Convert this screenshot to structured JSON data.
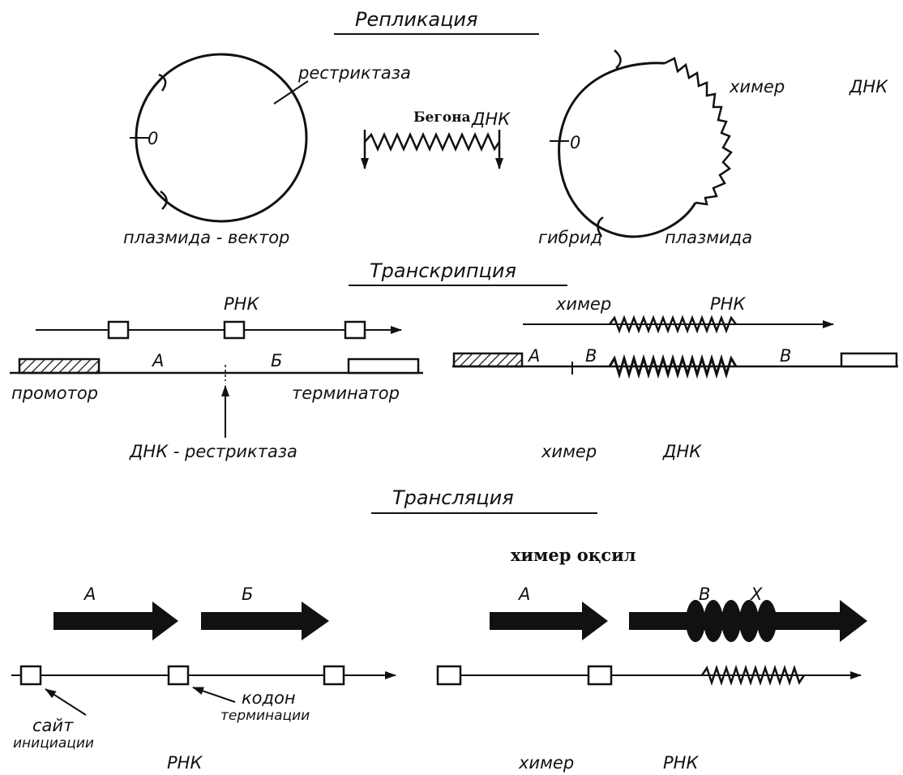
{
  "sections": {
    "replication": {
      "title": "Репликация",
      "labels": {
        "restriction": "рестриктаза",
        "origin_left": "0",
        "plasmid_vector": "плазмида - вектор",
        "foreign": "Бегона",
        "dna": "ДНК",
        "chimera": "химер",
        "dna_right": "ДНК",
        "origin_right": "0",
        "hybrid": "гибрид",
        "plasmid": "плазмида"
      }
    },
    "transcription": {
      "title": "Транскрипция",
      "labels": {
        "rna_left": "РНК",
        "a_left": "А",
        "b_left": "Б",
        "promoter": "промотор",
        "terminator": "терминатор",
        "dna_restriction": "ДНК - рестриктаза",
        "chimera_rna": "химер",
        "rna_right": "РНК",
        "a_right": "А",
        "v_right1": "В",
        "v_right2": "В",
        "chimera_dna": "химер",
        "dna_bottom": "ДНК"
      }
    },
    "translation": {
      "title": "Трансляция",
      "labels": {
        "chimera_protein": "химер оқсил",
        "a_left": "А",
        "b_left": "Б",
        "a_right": "А",
        "v_right": "В",
        "x_right": "Х",
        "stop_codon_1": "кодон",
        "stop_codon_2": "терминации",
        "init_site_1": "сайт",
        "init_site_2": "инициации",
        "rna_left": "РНК",
        "chimera_bottom": "химер",
        "rna_right": "РНК"
      }
    }
  }
}
